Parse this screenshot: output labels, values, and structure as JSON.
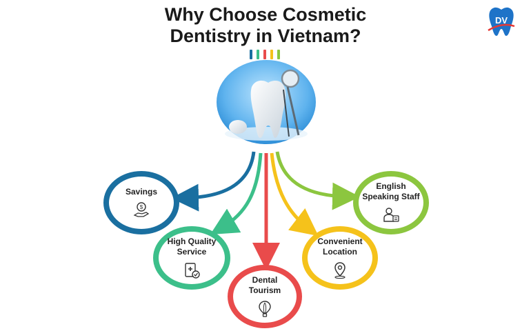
{
  "title": {
    "line1": "Why Choose Cosmetic",
    "line2": "Dentistry in Vietnam?"
  },
  "logo": {
    "text": "DV",
    "color": "#1e73c8"
  },
  "colors": {
    "savings": "#1a6fa0",
    "quality": "#3cbf8a",
    "tourism": "#e94b4b",
    "location": "#f5c21b",
    "english": "#8cc63f"
  },
  "nodes": [
    {
      "id": "savings",
      "label": "Savings",
      "icon": "money-hand-icon"
    },
    {
      "id": "quality",
      "label": "High Quality Service",
      "icon": "medical-document-icon"
    },
    {
      "id": "tourism",
      "label": "Dental Tourism",
      "icon": "balloon-icon"
    },
    {
      "id": "location",
      "label": "Convenient Location",
      "icon": "location-pin-icon"
    },
    {
      "id": "english",
      "label": "English Speaking Staff",
      "icon": "staff-person-icon"
    }
  ]
}
